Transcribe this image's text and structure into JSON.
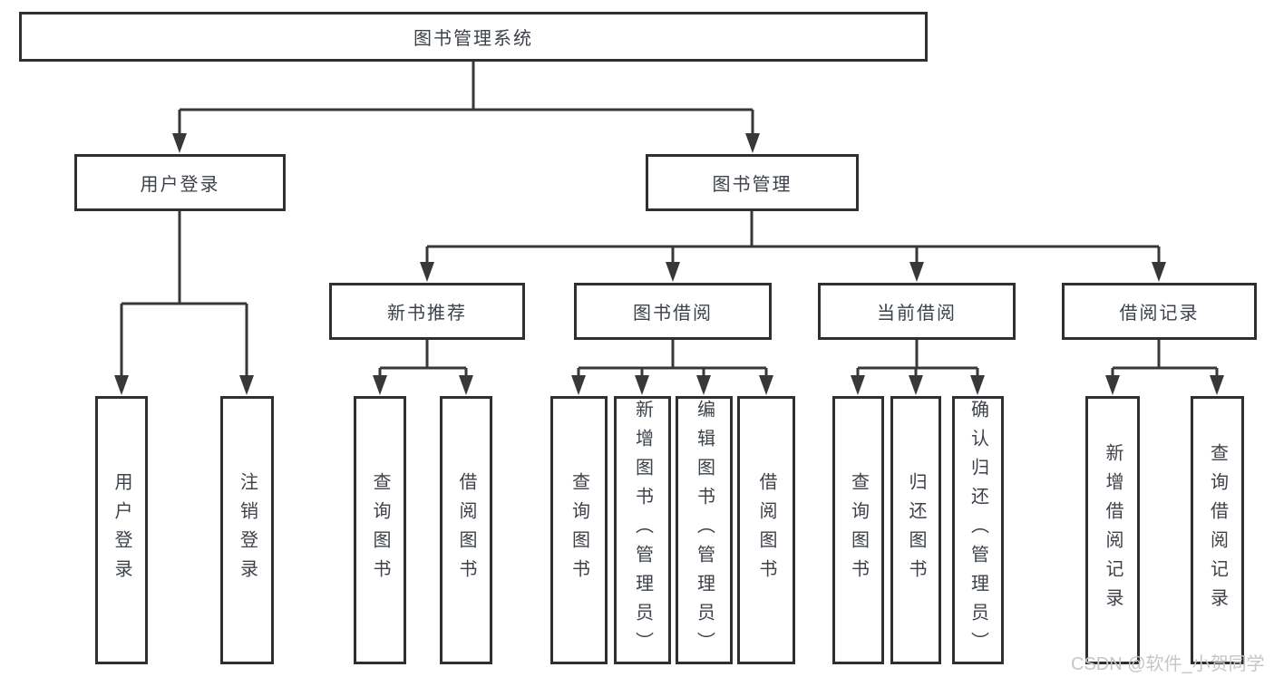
{
  "tree": {
    "root": "图书管理系统",
    "children": [
      {
        "label": "用户登录",
        "children": [
          "用户登录",
          "注销登录"
        ]
      },
      {
        "label": "图书管理",
        "children": [
          {
            "label": "新书推荐",
            "children": [
              "查询图书",
              "借阅图书"
            ]
          },
          {
            "label": "图书借阅",
            "children": [
              "查询图书",
              "新增图书（管理员）",
              "编辑图书（管理员）",
              "借阅图书"
            ]
          },
          {
            "label": "当前借阅",
            "children": [
              "查询图书",
              "归还图书",
              "确认归还（管理员）"
            ]
          },
          {
            "label": "借阅记录",
            "children": [
              "新增借阅记录",
              "查询借阅记录"
            ]
          }
        ]
      }
    ]
  },
  "watermark": {
    "text": "CSDN @软件_小贺同学"
  },
  "colors": {
    "background": "#ffffff",
    "box_border": "#2e2f31",
    "connector_line": "#37383a",
    "text": "#3d4249",
    "watermark_text": "#c6c6c6"
  }
}
